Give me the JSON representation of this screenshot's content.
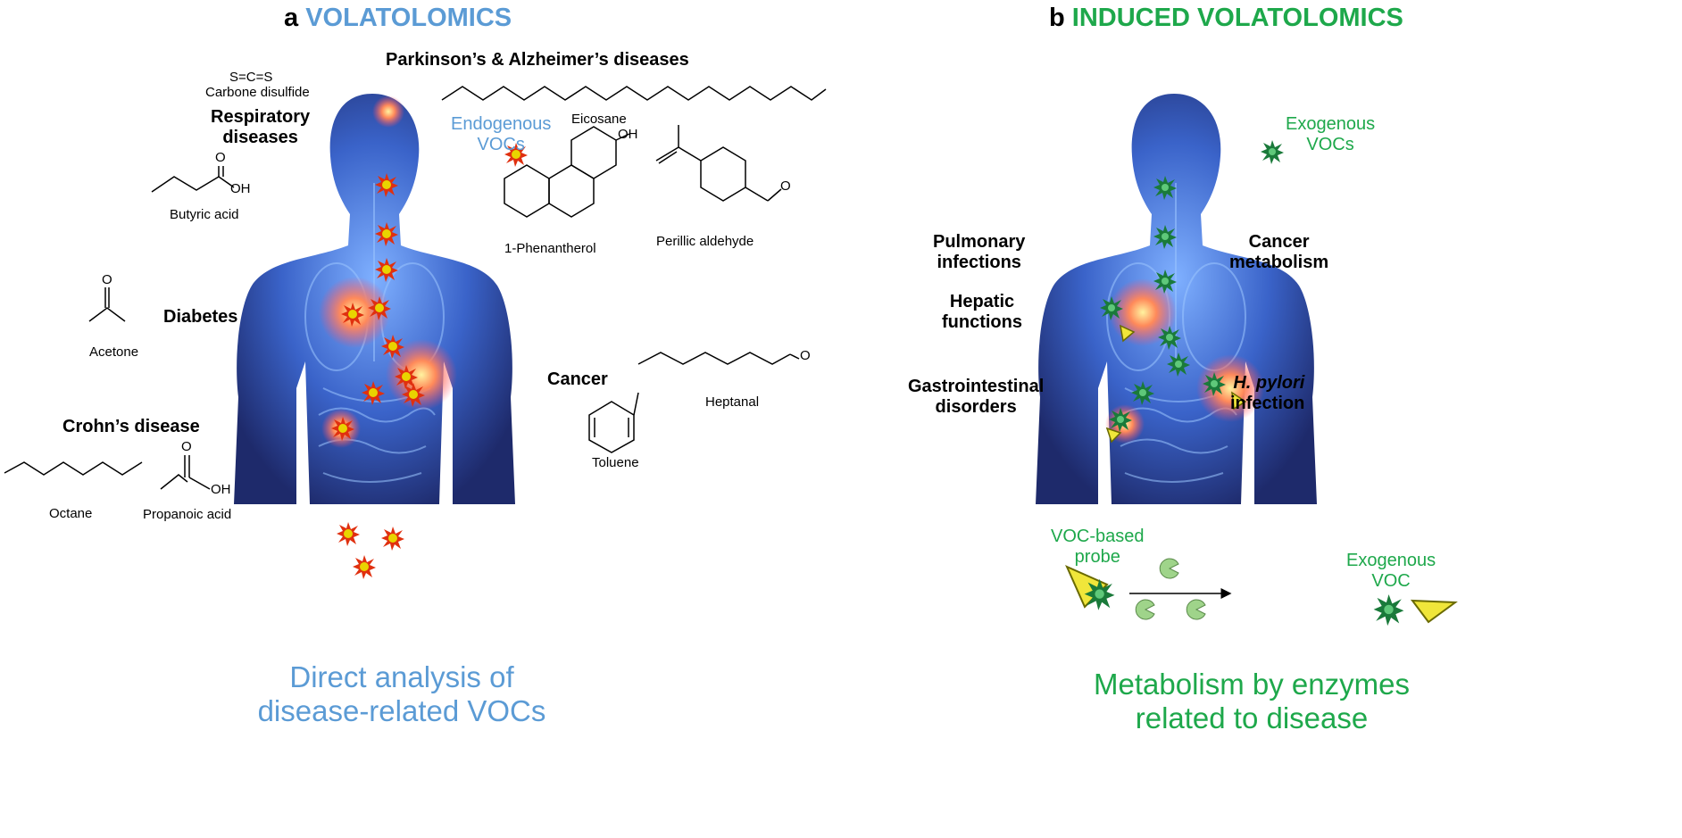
{
  "panel_a": {
    "letter": "a",
    "title": "VOLATOLOMICS",
    "voc_label_line1": "Endogenous",
    "voc_label_line2": "VOCs",
    "diseases": {
      "parkinson": "Parkinson’s & Alzheimer’s diseases",
      "respiratory_1": "Respiratory",
      "respiratory_2": "diseases",
      "diabetes": "Diabetes",
      "cancer": "Cancer",
      "crohn": "Crohn’s disease"
    },
    "molecules": {
      "cs2_formula": "S=C=S",
      "cs2": "Carbone disulfide",
      "eicosane": "Eicosane",
      "butyric": "Butyric acid",
      "phenantherol": "1-Phenantherol",
      "perillic": "Perillic aldehyde",
      "acetone": "Acetone",
      "heptanal": "Heptanal",
      "toluene": "Toluene",
      "octane": "Octane",
      "propanoic": "Propanoic acid",
      "oh": "OH",
      "o": "O"
    },
    "caption_1": "Direct analysis of",
    "caption_2": "disease-related VOCs"
  },
  "panel_b": {
    "letter": "b",
    "title": "INDUCED VOLATOLOMICS",
    "voc_label_line1": "Exogenous",
    "voc_label_line2": "VOCs",
    "diseases": {
      "pulmonary_1": "Pulmonary",
      "pulmonary_2": "infections",
      "cancer_1": "Cancer",
      "cancer_2": "metabolism",
      "hepatic_1": "Hepatic",
      "hepatic_2": "functions",
      "gi_1": "Gastrointestinal",
      "gi_2": "disorders",
      "hpylori_1": "H. pylori",
      "hpylori_2": "infection"
    },
    "probe_1": "VOC-based",
    "probe_2": "probe",
    "exo_1": "Exogenous",
    "exo_2": "VOC",
    "caption_1": "Metabolism by enzymes",
    "caption_2": "related to disease"
  },
  "colors": {
    "blue": "#5b9bd5",
    "green": "#1ea84b"
  }
}
